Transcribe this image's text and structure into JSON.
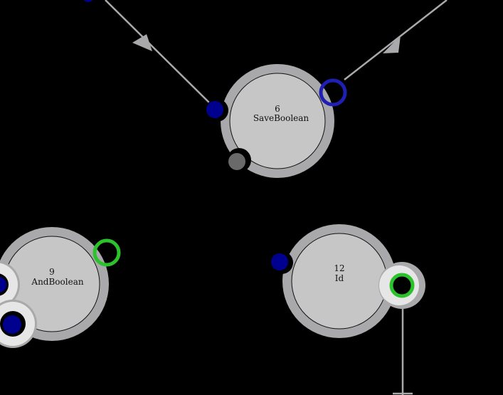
{
  "colors": {
    "background": "#000000",
    "node_ring": "#a9a9ab",
    "node_fill": "#c6c6c6",
    "input_port": "#00008f",
    "output_port_blue": "#1f1fb4",
    "output_port_green": "#2bc22b",
    "control_port": "#6a6a6a",
    "selected_halo": "#e6e6e6"
  },
  "nodes": [
    {
      "id": "6",
      "name": "SaveBoolean"
    },
    {
      "id": "9",
      "name": "AndBoolean"
    },
    {
      "id": "12",
      "name": "Id"
    }
  ]
}
